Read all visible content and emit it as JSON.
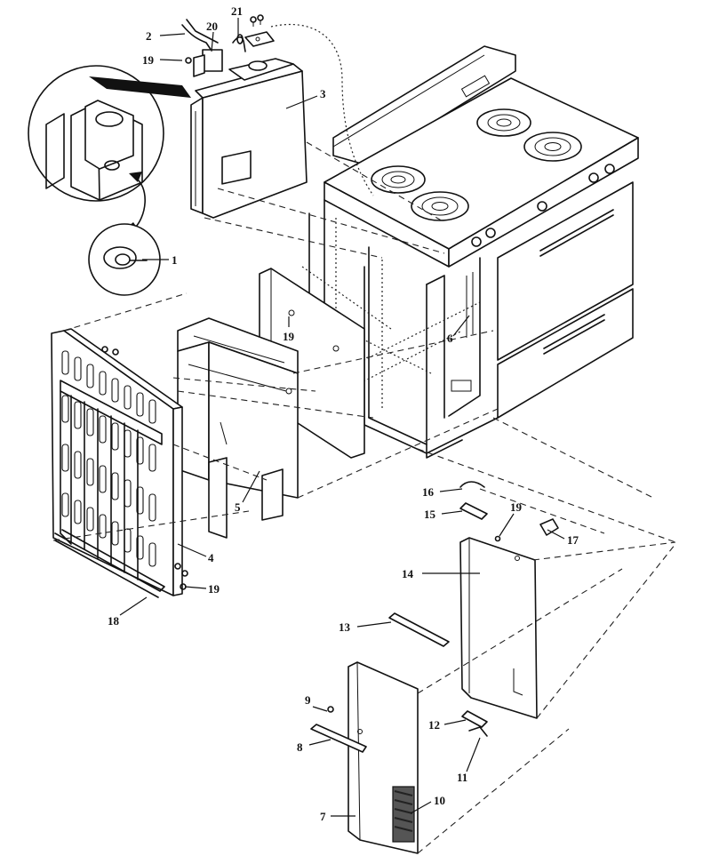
{
  "callouts": {
    "c1": "1",
    "c2": "2",
    "c3": "3",
    "c4": "4",
    "c5": "5",
    "c6": "6",
    "c7": "7",
    "c8": "8",
    "c9": "9",
    "c10": "10",
    "c11": "11",
    "c12": "12",
    "c13": "13",
    "c14": "14",
    "c15": "15",
    "c16": "16",
    "c17": "17",
    "c18": "18",
    "c19a": "19",
    "c19b": "19",
    "c19c": "19",
    "c19d": "19",
    "c20": "20",
    "c21": "21"
  }
}
